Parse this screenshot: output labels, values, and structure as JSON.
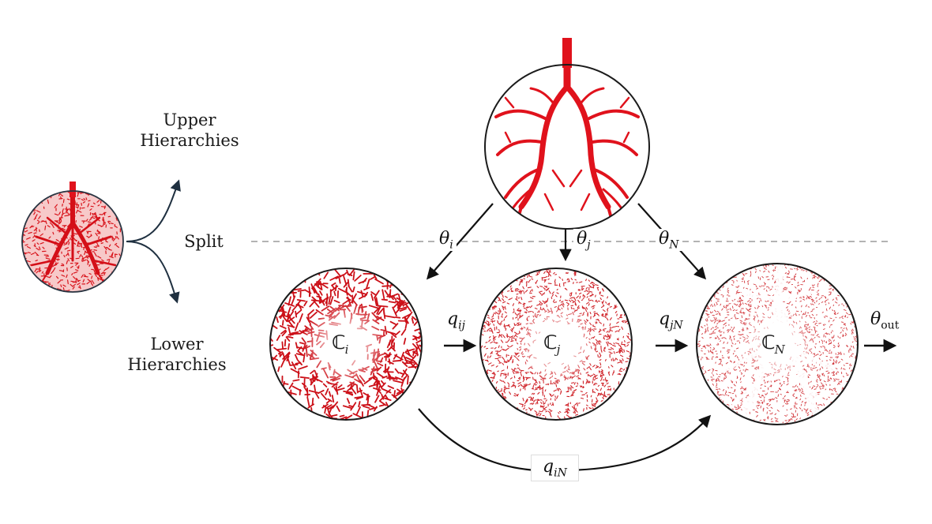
{
  "labels": {
    "upper": [
      "Upper",
      "Hierarchies"
    ],
    "split": "Split",
    "lower": [
      "Lower",
      "Hierarchies"
    ]
  },
  "symbols": {
    "theta_i": {
      "base": "θ",
      "sub": "i"
    },
    "theta_j": {
      "base": "θ",
      "sub": "j"
    },
    "theta_N": {
      "base": "θ",
      "sub": "N"
    },
    "theta_out": {
      "base": "θ",
      "sub": "out"
    },
    "q_ij": {
      "base": "q",
      "sub": "ij"
    },
    "q_jN": {
      "base": "q",
      "sub": "jN"
    },
    "q_iN": {
      "base": "q",
      "sub": "iN"
    }
  },
  "compartments": [
    {
      "id": "C_i",
      "base": "ℂ",
      "sub": "i"
    },
    {
      "id": "C_j",
      "base": "ℂ",
      "sub": "j"
    },
    {
      "id": "C_N",
      "base": "ℂ",
      "sub": "N"
    }
  ],
  "colors": {
    "vessel": "#e0121c",
    "outline": "#2a3542",
    "arrow": "#111111",
    "split_arrow": "#1f3040",
    "dash": "#9a9a9a"
  }
}
